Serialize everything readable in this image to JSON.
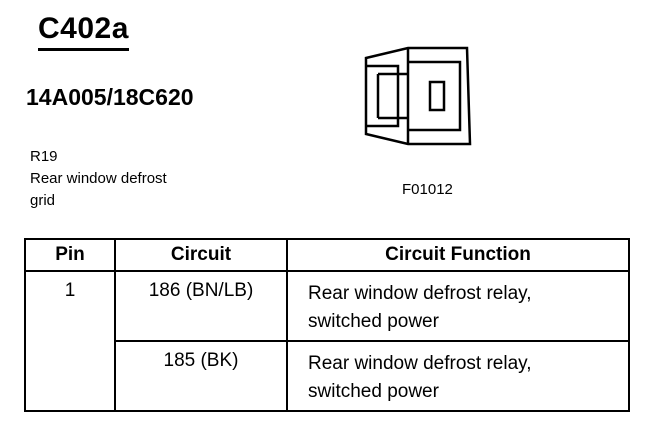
{
  "connector": {
    "id": "C402a",
    "part_numbers": "14A005/18C620",
    "location_lines": [
      "R19",
      "Rear window defrost",
      "grid"
    ],
    "figure_id": "F01012"
  },
  "table": {
    "headers": [
      "Pin",
      "Circuit",
      "Circuit Function"
    ],
    "pin": "1",
    "rows": [
      {
        "circuit": "186 (BN/LB)",
        "function_lines": [
          "Rear window defrost relay,",
          "switched power"
        ]
      },
      {
        "circuit": "185 (BK)",
        "function_lines": [
          "Rear window defrost relay,",
          "switched power"
        ]
      }
    ]
  }
}
